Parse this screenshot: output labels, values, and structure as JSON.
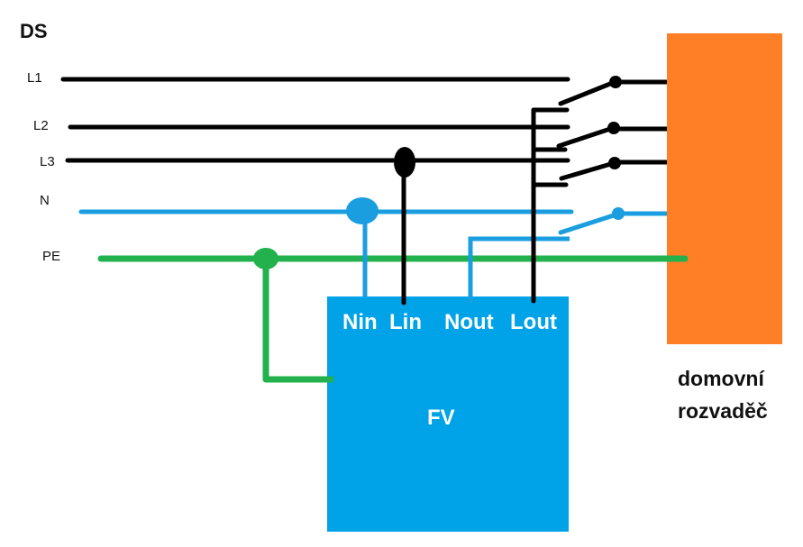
{
  "title": "DS",
  "colors": {
    "phase": "#000000",
    "neutral": "#1a9ee0",
    "pe": "#22b14c",
    "fv_box": "#00a2e8",
    "board": "#ff7f27"
  },
  "lines": {
    "l1": "L1",
    "l2": "L2",
    "l3": "L3",
    "n": "N",
    "pe": "PE"
  },
  "fv": {
    "label": "FV",
    "terminals": [
      "Nin",
      "Lin",
      "Nout",
      "Lout"
    ]
  },
  "board": {
    "label_line1": "domovní",
    "label_line2": "rozvaděč"
  }
}
